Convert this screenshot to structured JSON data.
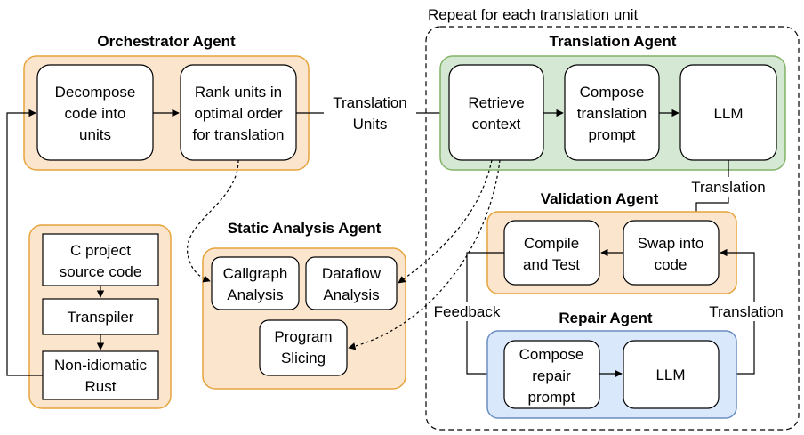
{
  "repeat_label": "Repeat for each translation unit",
  "orchestrator": {
    "title": "Orchestrator Agent",
    "decompose": [
      "Decompose",
      "code into",
      "units"
    ],
    "rank": [
      "Rank units in",
      "optimal order",
      "for translation"
    ]
  },
  "translation_units_label": [
    "Translation",
    "Units"
  ],
  "translation_agent": {
    "title": "Translation Agent",
    "retrieve": [
      "Retrieve",
      "context"
    ],
    "compose": [
      "Compose",
      "translation",
      "prompt"
    ],
    "llm": "LLM"
  },
  "translation_edge_label": "Translation",
  "validation_agent": {
    "title": "Validation Agent",
    "compile": [
      "Compile",
      "and Test"
    ],
    "swap": [
      "Swap into",
      "code"
    ]
  },
  "feedback_label": "Feedback",
  "translation_right_label": "Translation",
  "repair_agent": {
    "title": "Repair Agent",
    "compose": [
      "Compose",
      "repair",
      "prompt"
    ],
    "llm": "LLM"
  },
  "static_agent": {
    "title": "Static Analysis Agent",
    "callgraph": [
      "Callgraph",
      "Analysis"
    ],
    "dataflow": [
      "Dataflow",
      "Analysis"
    ],
    "slicing": [
      "Program",
      "Slicing"
    ]
  },
  "c_project": {
    "source": [
      "C project",
      "source code"
    ],
    "transpiler": "Transpiler",
    "rust": [
      "Non-idiomatic",
      "Rust"
    ]
  },
  "colors": {
    "orange_fill": "#fce5cd",
    "orange_stroke": "#e6a43c",
    "green_fill": "#d5e8d4",
    "green_stroke": "#82b366",
    "blue_fill": "#dae8fc",
    "blue_stroke": "#6c8ebf"
  }
}
